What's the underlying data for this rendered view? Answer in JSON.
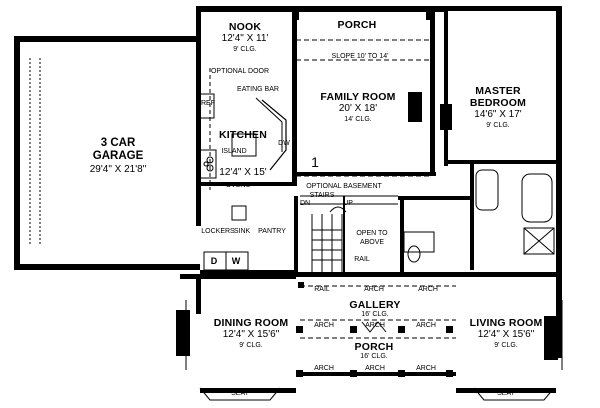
{
  "rooms": {
    "garage": {
      "name_1": "3 CAR",
      "name_2": "GARAGE",
      "dims": "29'4\" X 21'8\""
    },
    "nook": {
      "name": "NOOK",
      "dims": "12'4\" X 11'",
      "clg": "9' CLG."
    },
    "porch_top": {
      "name": "PORCH"
    },
    "family_room": {
      "name": "FAMILY ROOM",
      "dims": "20' X 18'",
      "clg": "14' CLG."
    },
    "master_bedroom": {
      "name_1": "MASTER",
      "name_2": "BEDROOM",
      "dims": "14'6\" X 17'",
      "clg": "9' CLG."
    },
    "kitchen": {
      "name": "KITCHEN",
      "dims": "12'4\" X 15'"
    },
    "dining_room": {
      "name": "DINING ROOM",
      "dims": "12'4\" X 15'6\"",
      "clg": "9' CLG."
    },
    "gallery": {
      "name": "GALLERY",
      "clg": "16' CLG."
    },
    "porch_bottom": {
      "name": "PORCH",
      "clg": "16' CLG."
    },
    "living_room": {
      "name": "LIVING ROOM",
      "dims": "12'4\" X 15'6\"",
      "clg": "9' CLG."
    }
  },
  "notes": {
    "slope": "SLOPE 10' TO 14'",
    "optional_door": "OPTIONAL DOOR",
    "eating_bar": "EATING BAR",
    "ref": "REF",
    "island": "ISLAND",
    "dw": "DW",
    "ovens": "OVENS",
    "optional_basement_stairs": "OPTIONAL BASEMENT",
    "stairs": "STAIRS",
    "dn": "DN",
    "up": "UP",
    "lockers": "LOCKERS",
    "sink": "SINK",
    "pantry": "PANTRY",
    "open_to_above_1": "OPEN TO",
    "open_to_above_2": "ABOVE",
    "rail_stair": "RAIL",
    "rail_gallery": "RAIL",
    "arch_gallery_1": "ARCH",
    "arch_gallery_2": "ARCH",
    "arch_dining": "ARCH",
    "arch_gallery_mid": "ARCH",
    "arch_living": "ARCH",
    "arch_porch_1": "ARCH",
    "arch_porch_2": "ARCH",
    "arch_porch_3": "ARCH",
    "seat_left": "SEAT",
    "seat_right": "SEAT",
    "washer": "W",
    "dryer": "D",
    "step_mark": "1"
  }
}
